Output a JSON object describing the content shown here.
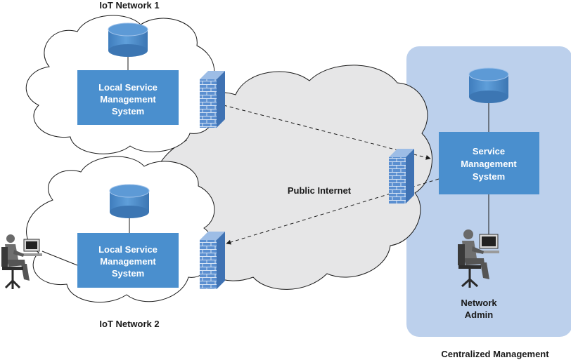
{
  "labels": {
    "iot_network_1": "IoT Network 1",
    "iot_network_2": "IoT Network 2",
    "public_internet": "Public Internet",
    "centralized_management": "Centralized Management",
    "network_admin_line1": "Network",
    "network_admin_line2": "Admin"
  },
  "boxes": {
    "local_1": [
      "Local Service",
      "Management",
      "System"
    ],
    "local_2": [
      "Local Service",
      "Management",
      "System"
    ],
    "central": [
      "Service",
      "Management",
      "System"
    ]
  },
  "colors": {
    "cloud_fill": "#e6e6e7",
    "box_fill": "#4a8fce",
    "central_panel": "#bcd0ec",
    "db_fill": "#4a8fce",
    "firewall": "#5b8fd0"
  },
  "icons": [
    "database-icon",
    "firewall-icon",
    "admin-workstation-icon"
  ]
}
